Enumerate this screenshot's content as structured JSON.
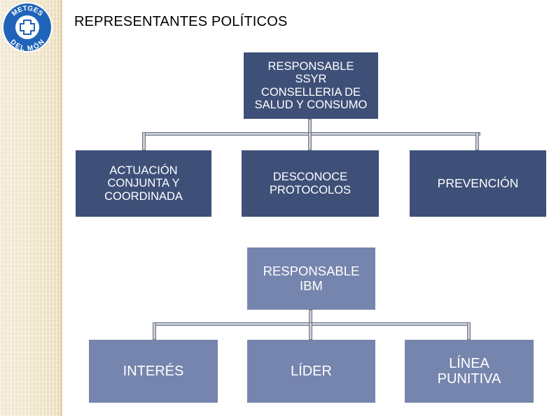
{
  "header": {
    "title": "REPRESENTANTES POLÍTICOS"
  },
  "logo": {
    "top_text": "METGES",
    "bottom_text": "DEL MÓN",
    "colors": {
      "ring": "#1f64b8",
      "cross": "#ffffff"
    }
  },
  "tree1": {
    "root": "RESPONSABLE\nSSYR\nCONSELLERIA DE\nSALUD Y CONSUMO",
    "children": [
      "ACTUACIÓN\nCONJUNTA Y\nCOORDINADA",
      "DESCONOCE\nPROTOCOLOS",
      "PREVENCIÓN"
    ]
  },
  "tree2": {
    "root": "RESPONSABLE\nIBM",
    "children": [
      "INTERÉS",
      "LÍDER",
      "LÍNEA\nPUNITIVA"
    ]
  },
  "colors": {
    "dark_box": "#3e5078",
    "light_box": "#7685ad",
    "connector": "#c8ccd6"
  }
}
